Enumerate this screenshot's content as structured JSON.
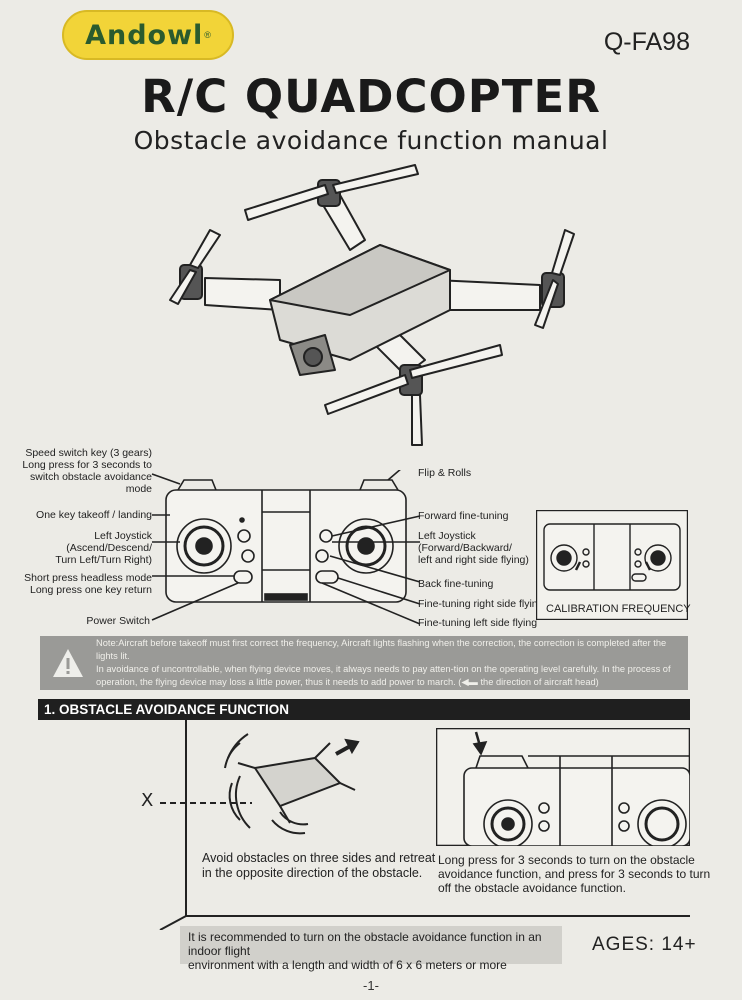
{
  "brand": "Andowl",
  "model": "Q-FA98",
  "title": "R/C QUADCOPTER",
  "subtitle": "Obstacle avoidance function manual",
  "controller_labels": {
    "left": [
      "Speed switch key (3 gears)",
      "Long press for 3 seconds to",
      "switch obstacle avoidance",
      "mode",
      "One key takeoff / landing",
      "Left Joystick",
      "(Ascend/Descend/",
      "Turn Left/Turn Right)",
      "Short press headless mode",
      "Long press one key return",
      "Power Switch"
    ],
    "right": [
      "Flip & Rolls",
      "Forward fine-tuning",
      "Left Joystick",
      "(Forward/Backward/",
      "left and right side flying)",
      "Back fine-tuning",
      "Fine-tuning right side flying",
      "Fine-tuning left side flying"
    ]
  },
  "calibration_label": "CALIBRATION FREQUENCY",
  "warning": {
    "line1": "Note:Aircraft before takeoff must first correct the frequency, Aircraft lights flashing when the correction, the correction is completed after the lights lit.",
    "line2": "In avoidance of uncontrollable, when flying device moves, it always needs to pay atten-tion on the operating level carefully. In the process of",
    "line3a": "operation, the flying device may loss a little power, thus it needs to add power to march. (",
    "line3b": " the direction of aircraft head)"
  },
  "section1": {
    "title": "1. OBSTACLE AVOIDANCE FUNCTION",
    "caption_left": [
      "Avoid obstacles on three sides and retreat",
      "in the opposite direction of the obstacle."
    ],
    "caption_right": [
      "Long press for 3 seconds to turn on the obstacle",
      "avoidance function, and press for 3 seconds to turn",
      "off the obstacle avoidance function."
    ],
    "x_mark": "X"
  },
  "recommendation": [
    "It is recommended to turn on the obstacle avoidance function in an indoor flight",
    "environment with a length and width of 6 x 6 meters or more"
  ],
  "ages": "AGES: 14+",
  "page_number": "-1-",
  "colors": {
    "logo_bg": "#f2d438",
    "logo_text": "#2a5b2e",
    "section_bar": "#1f1f1f",
    "warning_bg": "#9a9a97"
  }
}
